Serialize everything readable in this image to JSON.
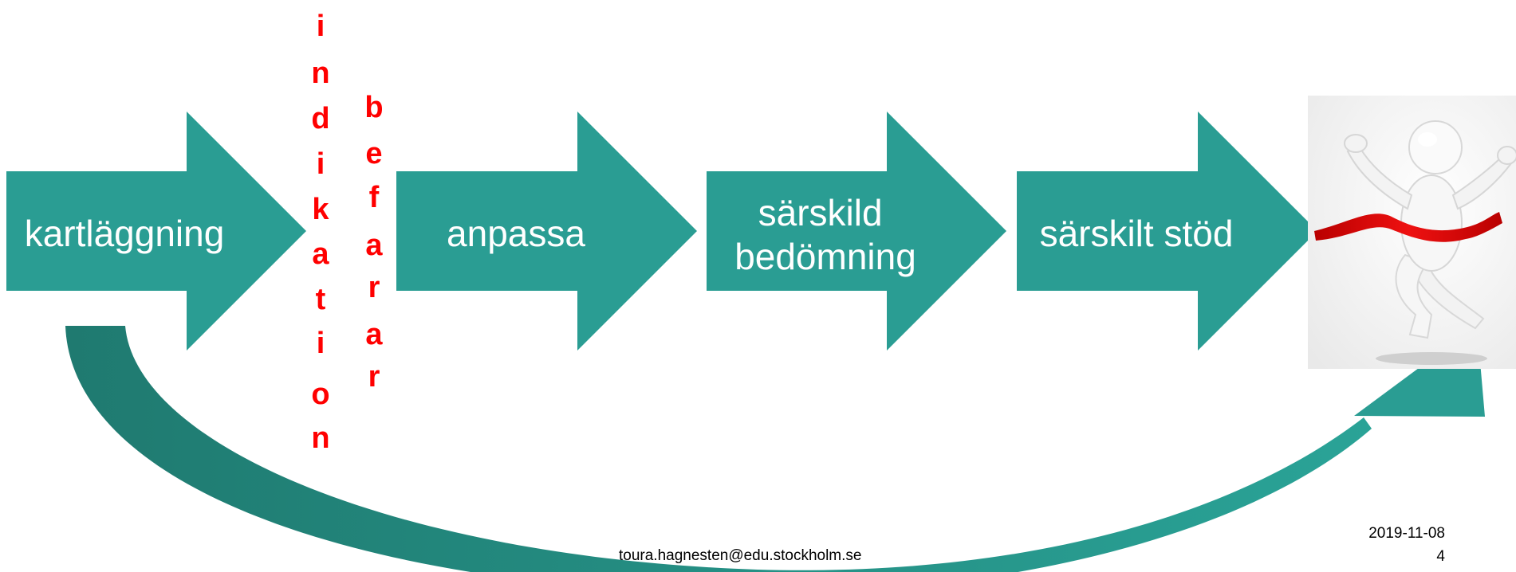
{
  "colors": {
    "arrow_fill": "#2a9d93",
    "curve_fill": "#22877d",
    "vertical_text": "#ff0000"
  },
  "steps": [
    {
      "label_lines": [
        "kartläggning"
      ]
    },
    {
      "label_lines": [
        "anpassa"
      ]
    },
    {
      "label_lines": [
        "särskild",
        "bedömning"
      ]
    },
    {
      "label_lines": [
        "särskilt stöd"
      ]
    }
  ],
  "vertical_words": [
    {
      "letters": [
        "i",
        "n",
        "d",
        "i",
        "k",
        "a",
        "t",
        "i",
        "o",
        "n"
      ]
    },
    {
      "letters": [
        "b",
        "e",
        "f",
        "a",
        "r",
        "a",
        "r"
      ]
    }
  ],
  "goal_image": {
    "icon": "runner-crossing-finish-line-icon"
  },
  "footer": {
    "email": "toura.hagnesten@edu.stockholm.se",
    "date": "2019-11-08",
    "page_number": "4"
  }
}
